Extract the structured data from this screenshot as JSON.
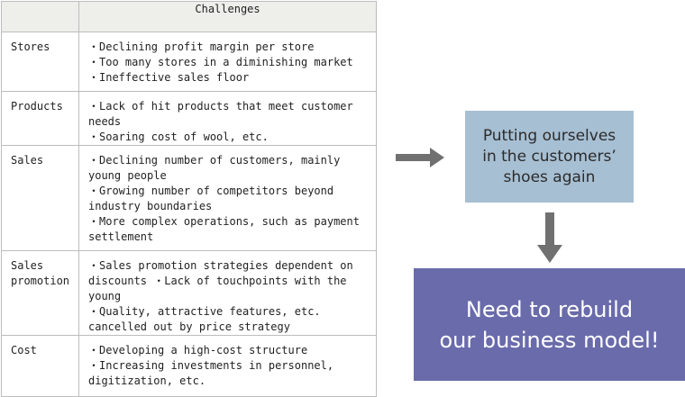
{
  "table": {
    "header": "Challenges",
    "rows": [
      {
        "category": "Stores",
        "items": [
          "・Declining profit margin per store",
          "・Too many stores in a diminishing market",
          "・Ineffective sales floor"
        ]
      },
      {
        "category": "Products",
        "items": [
          "・Lack of hit products that meet customer needs",
          "・Soaring cost of wool, etc."
        ]
      },
      {
        "category": "Sales",
        "items": [
          "・Declining number of customers, mainly young people",
          "・Growing number of competitors beyond industry boundaries",
          "・More complex operations, such as payment settlement"
        ]
      },
      {
        "category": "Sales promotion",
        "items": [
          "・Sales promotion strategies dependent on discounts ・Lack of touchpoints with the young",
          "・Quality, attractive features, etc. cancelled out by price strategy"
        ]
      },
      {
        "category": "Cost",
        "items": [
          "・Developing a high-cost structure",
          "・Increasing investments in personnel, digitization, etc."
        ]
      }
    ]
  },
  "box_customers": "Putting ourselves\nin the customers’\nshoes again",
  "box_rebuild": "Need to rebuild\nour business model!",
  "colors": {
    "arrow": "#707070",
    "box_customers": "#a7bfd3",
    "box_rebuild": "#6a6bab",
    "table_header": "#eeeeea"
  }
}
